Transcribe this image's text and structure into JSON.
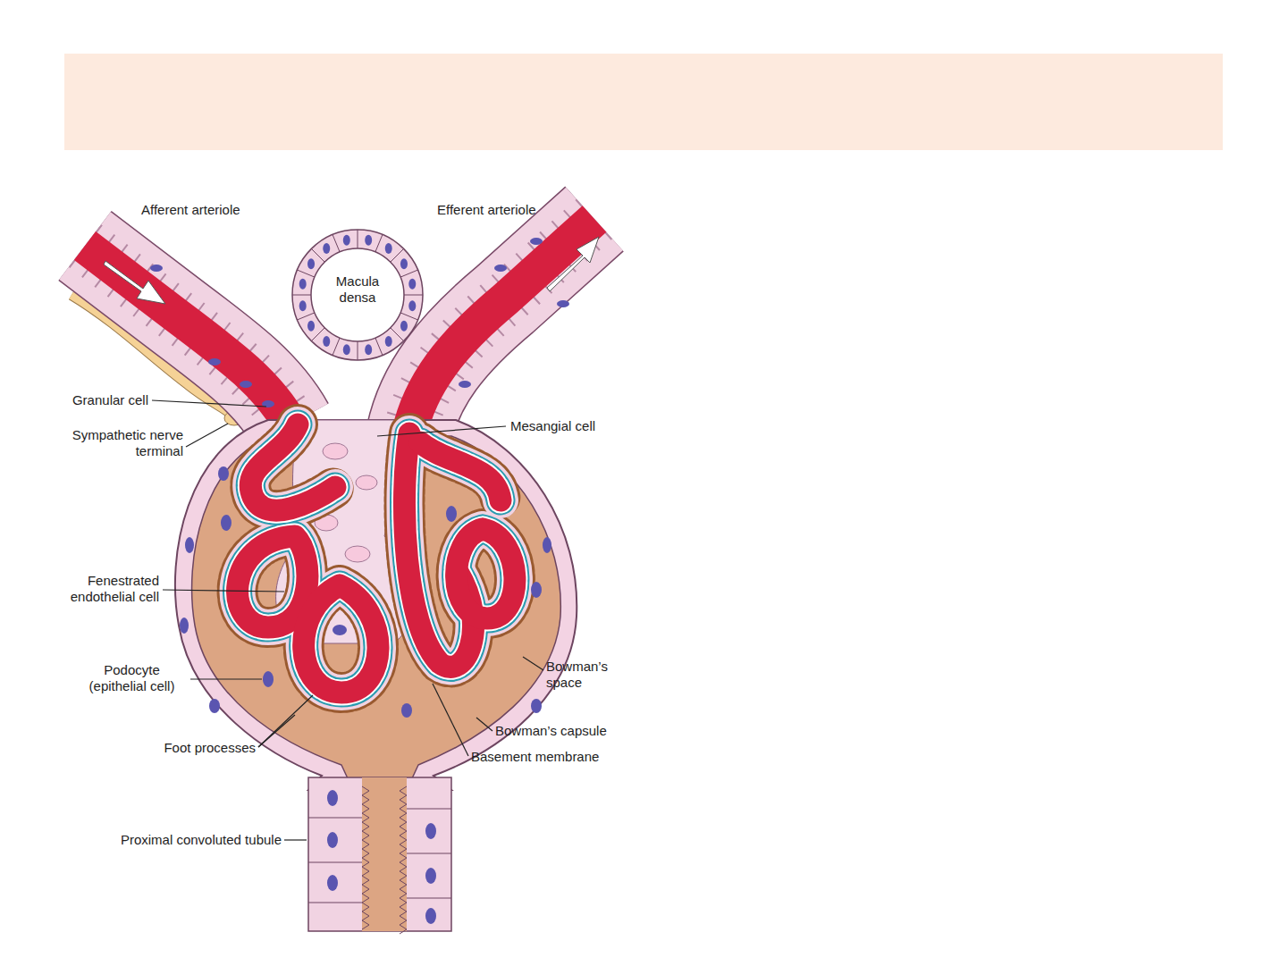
{
  "diagram": {
    "nodes": [
      {
        "text": [
          "Macula densa"
        ]
      }
    ],
    "labels": [
      "Afferent arteriole",
      "Efferent arteriole",
      "Granular cell",
      "Sympathetic nerve terminal",
      "Mesangial cell",
      "Fenestrated endothelial cell",
      "Podocyte (epithelial cell)",
      "Foot processes",
      "Bowman’s space",
      "Bowman’s capsule",
      "Basement membrane",
      "Proximal convoluted tubule"
    ]
  }
}
